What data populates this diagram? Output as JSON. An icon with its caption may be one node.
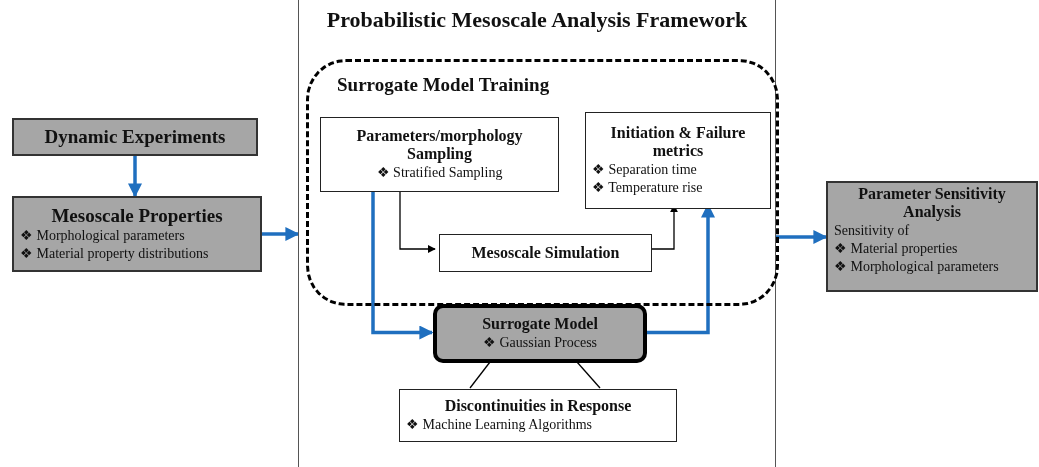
{
  "diagram": {
    "nodes": [
      {
        "text": [
          "Dynamic Experiments"
        ]
      },
      {
        "text": [
          "Mesoscale Properties",
          "❖ Morphological parameters",
          "❖ Material property distributions"
        ]
      },
      {
        "text": [
          "Probabilistic Mesoscale Analysis Framework"
        ]
      },
      {
        "text": [
          "Surrogate Model Training"
        ],
        "in": 2
      },
      {
        "text": [
          "Parameters/morphology Sampling",
          "❖ Stratified Sampling"
        ],
        "in": 3
      },
      {
        "text": [
          "Initiation & Failure metrics",
          "❖ Separation time",
          "❖ Temperature rise"
        ],
        "in": 3
      },
      {
        "text": [
          "Mesoscale Simulation"
        ],
        "in": 3
      },
      {
        "text": [
          "Surrogate Model",
          "❖ Gaussian Process"
        ],
        "in": 2
      },
      {
        "text": [
          "Discontinuities in Response",
          "❖ Machine Learning Algorithms"
        ],
        "in": 2
      },
      {
        "text": [
          "Parameter Sensitivity Analysis",
          "Sensitivity of",
          "❖ Material properties",
          "❖ Morphological parameters"
        ]
      }
    ],
    "edges": [
      {
        "from": 0,
        "to": 1,
        "arrow": "to"
      },
      {
        "from": 1,
        "to": 2,
        "arrow": "to"
      },
      {
        "from": 2,
        "to": 9,
        "arrow": "to"
      },
      {
        "from": 4,
        "to": 6,
        "arrow": "to",
        "color": "#000000"
      },
      {
        "from": 6,
        "to": 5,
        "arrow": "to",
        "color": "#000000"
      },
      {
        "from": 4,
        "to": 7,
        "arrow": "to"
      },
      {
        "from": 7,
        "to": 5,
        "arrow": "to"
      },
      {
        "from": 7,
        "to": 8,
        "arrow": "none",
        "color": "#000000"
      },
      {
        "from": 7,
        "to": 8,
        "arrow": "none",
        "color": "#000000"
      }
    ]
  }
}
